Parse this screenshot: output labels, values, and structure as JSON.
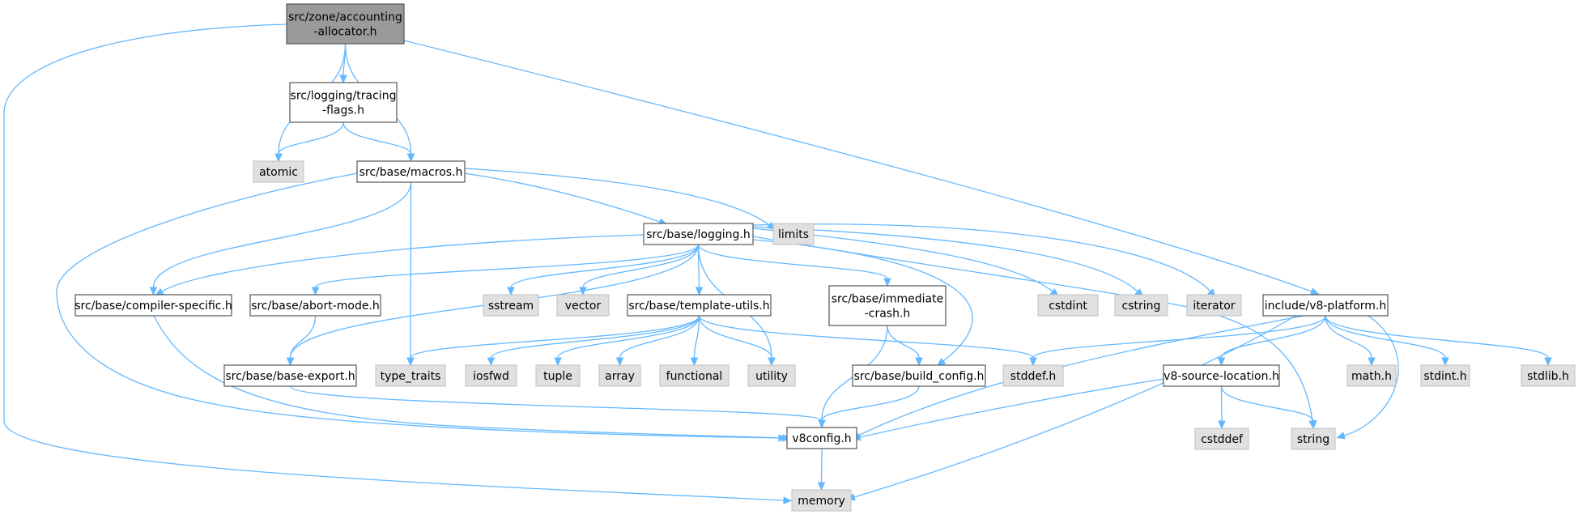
{
  "diagram": {
    "edge_color": "#63b8ff",
    "root_fill": "#9a9a9a",
    "system_header_fill": "#e0e0e0",
    "nodes": [
      {
        "id": "root",
        "kind": "root",
        "lines": [
          "src/zone/accounting",
          "-allocator.h"
        ]
      },
      {
        "id": "tracing",
        "kind": "file",
        "lines": [
          "src/logging/tracing",
          "-flags.h"
        ]
      },
      {
        "id": "atomic",
        "kind": "system",
        "lines": [
          "atomic"
        ]
      },
      {
        "id": "macros",
        "kind": "file",
        "lines": [
          "src/base/macros.h"
        ]
      },
      {
        "id": "logging",
        "kind": "file",
        "lines": [
          "src/base/logging.h"
        ]
      },
      {
        "id": "limits",
        "kind": "system",
        "lines": [
          "limits"
        ]
      },
      {
        "id": "compiler",
        "kind": "file",
        "lines": [
          "src/base/compiler-specific.h"
        ]
      },
      {
        "id": "abortmode",
        "kind": "file",
        "lines": [
          "src/base/abort-mode.h"
        ]
      },
      {
        "id": "sstream",
        "kind": "system",
        "lines": [
          "sstream"
        ]
      },
      {
        "id": "vector",
        "kind": "system",
        "lines": [
          "vector"
        ]
      },
      {
        "id": "template",
        "kind": "file",
        "lines": [
          "src/base/template-utils.h"
        ]
      },
      {
        "id": "immediate",
        "kind": "file",
        "lines": [
          "src/base/immediate",
          "-crash.h"
        ]
      },
      {
        "id": "cstdint",
        "kind": "system",
        "lines": [
          "cstdint"
        ]
      },
      {
        "id": "cstring",
        "kind": "system",
        "lines": [
          "cstring"
        ]
      },
      {
        "id": "iterator",
        "kind": "system",
        "lines": [
          "iterator"
        ]
      },
      {
        "id": "platform",
        "kind": "file",
        "lines": [
          "include/v8-platform.h"
        ]
      },
      {
        "id": "baseexport",
        "kind": "file",
        "lines": [
          "src/base/base-export.h"
        ]
      },
      {
        "id": "typetraits",
        "kind": "system",
        "lines": [
          "type_traits"
        ]
      },
      {
        "id": "iosfwd",
        "kind": "system",
        "lines": [
          "iosfwd"
        ]
      },
      {
        "id": "tuple",
        "kind": "system",
        "lines": [
          "tuple"
        ]
      },
      {
        "id": "array",
        "kind": "system",
        "lines": [
          "array"
        ]
      },
      {
        "id": "functional",
        "kind": "system",
        "lines": [
          "functional"
        ]
      },
      {
        "id": "utility",
        "kind": "system",
        "lines": [
          "utility"
        ]
      },
      {
        "id": "buildconfig",
        "kind": "file",
        "lines": [
          "src/base/build_config.h"
        ]
      },
      {
        "id": "stddef",
        "kind": "system",
        "lines": [
          "stddef.h"
        ]
      },
      {
        "id": "sourceloc",
        "kind": "file",
        "lines": [
          "v8-source-location.h"
        ]
      },
      {
        "id": "math",
        "kind": "system",
        "lines": [
          "math.h"
        ]
      },
      {
        "id": "stdint",
        "kind": "system",
        "lines": [
          "stdint.h"
        ]
      },
      {
        "id": "stdlib",
        "kind": "system",
        "lines": [
          "stdlib.h"
        ]
      },
      {
        "id": "v8config",
        "kind": "file",
        "lines": [
          "v8config.h"
        ]
      },
      {
        "id": "cstddef",
        "kind": "system",
        "lines": [
          "cstddef"
        ]
      },
      {
        "id": "string",
        "kind": "system",
        "lines": [
          "string"
        ]
      },
      {
        "id": "memory",
        "kind": "system",
        "lines": [
          "memory"
        ]
      }
    ],
    "edges": [
      [
        "root",
        "tracing"
      ],
      [
        "root",
        "atomic"
      ],
      [
        "root",
        "macros"
      ],
      [
        "root",
        "platform"
      ],
      [
        "root",
        "memory"
      ],
      [
        "tracing",
        "atomic"
      ],
      [
        "tracing",
        "macros"
      ],
      [
        "macros",
        "logging"
      ],
      [
        "macros",
        "limits"
      ],
      [
        "macros",
        "compiler"
      ],
      [
        "macros",
        "typetraits"
      ],
      [
        "macros",
        "v8config"
      ],
      [
        "logging",
        "compiler"
      ],
      [
        "logging",
        "abortmode"
      ],
      [
        "logging",
        "baseexport"
      ],
      [
        "logging",
        "sstream"
      ],
      [
        "logging",
        "vector"
      ],
      [
        "logging",
        "template"
      ],
      [
        "logging",
        "utility"
      ],
      [
        "logging",
        "immediate"
      ],
      [
        "logging",
        "buildconfig"
      ],
      [
        "logging",
        "cstdint"
      ],
      [
        "logging",
        "cstring"
      ],
      [
        "logging",
        "iterator"
      ],
      [
        "logging",
        "string"
      ],
      [
        "compiler",
        "v8config"
      ],
      [
        "abortmode",
        "baseexport"
      ],
      [
        "baseexport",
        "v8config"
      ],
      [
        "template",
        "typetraits"
      ],
      [
        "template",
        "iosfwd"
      ],
      [
        "template",
        "tuple"
      ],
      [
        "template",
        "array"
      ],
      [
        "template",
        "functional"
      ],
      [
        "template",
        "utility"
      ],
      [
        "template",
        "stddef"
      ],
      [
        "immediate",
        "buildconfig"
      ],
      [
        "immediate",
        "v8config"
      ],
      [
        "buildconfig",
        "v8config"
      ],
      [
        "platform",
        "stddef"
      ],
      [
        "platform",
        "v8config"
      ],
      [
        "platform",
        "sourceloc"
      ],
      [
        "platform",
        "math"
      ],
      [
        "platform",
        "stdint"
      ],
      [
        "platform",
        "stdlib"
      ],
      [
        "platform",
        "memory"
      ],
      [
        "platform",
        "string"
      ],
      [
        "sourceloc",
        "cstddef"
      ],
      [
        "sourceloc",
        "string"
      ],
      [
        "sourceloc",
        "v8config"
      ],
      [
        "v8config",
        "memory"
      ]
    ]
  }
}
